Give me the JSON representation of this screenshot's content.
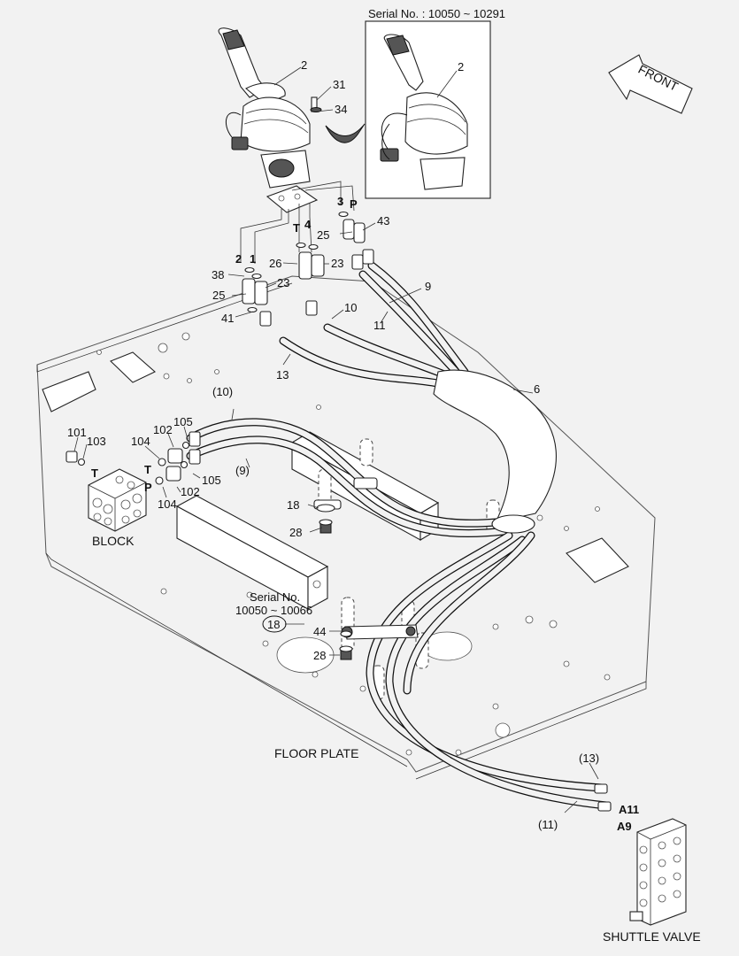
{
  "serial_top": "Serial No. : 10050 ~ 10291",
  "front": "FRONT",
  "floor_plate": "FLOOR PLATE",
  "shuttle_valve": "SHUTTLE VALVE",
  "block": "BLOCK",
  "serial_mid": "Serial No.",
  "serial_mid_range": "10050 ~ 10066",
  "port_labels": {
    "t_top": "T",
    "four": "4",
    "three": "3",
    "p_top": "P",
    "two": "2",
    "one": "1",
    "t_block": "T",
    "t_fit": "T",
    "p_fit": "P",
    "a11": "A11",
    "a9": "A9"
  },
  "parts": {
    "p2": "2",
    "p2_inset": "2",
    "p31": "31",
    "p34": "34",
    "p25a": "25",
    "p43": "43",
    "p38": "38",
    "p26": "26",
    "p23a": "23",
    "p25b": "25",
    "p23b": "23",
    "p9": "9",
    "p10": "10",
    "p11": "11",
    "p41": "41",
    "p13": "13",
    "p6": "6",
    "p10c": "(10)",
    "p9c": "(9)",
    "p101": "101",
    "p103": "103",
    "p104a": "104",
    "p102a": "102",
    "p105a": "105",
    "p105b": "105",
    "p102b": "102",
    "p104b": "104",
    "p18": "18",
    "p28a": "28",
    "p18c": "18",
    "p44": "44",
    "p28b": "28",
    "p13c": "(13)",
    "p11c": "(11)"
  }
}
